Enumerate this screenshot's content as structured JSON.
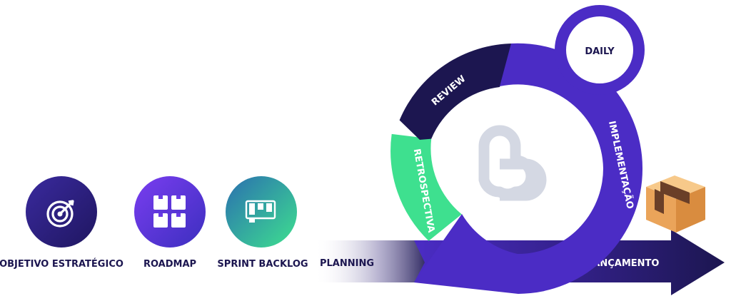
{
  "steps": [
    {
      "label": "OBJETIVO ESTRATÉGICO",
      "icon": "target-icon"
    },
    {
      "label": "ROADMAP",
      "icon": "roadmap-grid-icon"
    },
    {
      "label": "SPRINT BACKLOG",
      "icon": "kanban-board-icon"
    }
  ],
  "cycle": {
    "planning": "PLANNING",
    "review": "REVIEW",
    "retrospectiva": "RETROSPECTIVA",
    "implementacao": "IMPLEMENTAÇÃO",
    "daily": "DAILY",
    "center_icon": "logo-icon"
  },
  "release": {
    "label": "LANÇAMENTO",
    "icon": "box-icon"
  },
  "colors": {
    "navy": "#1c1650",
    "purple": "#4b2cc5",
    "green": "#3ee08f",
    "teal": "#2a8f9f",
    "logo": "#d4d8e3",
    "box": "#f1b26a"
  }
}
